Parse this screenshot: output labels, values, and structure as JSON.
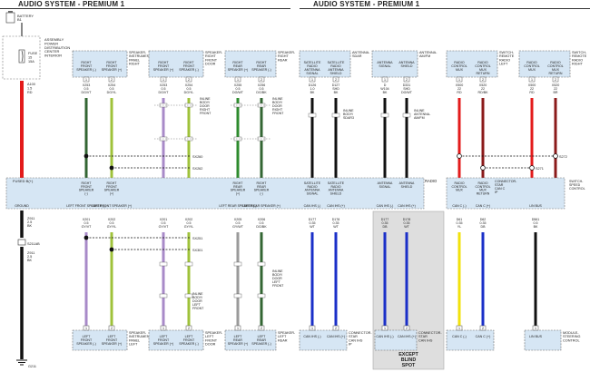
{
  "header": {
    "left_title": "AUDIO SYSTEM - PREMIUM 1",
    "right_title": "AUDIO SYSTEM - PREMIUM 1"
  },
  "battery": {
    "label": "BATTERY",
    "sub": "B1",
    "wire_code": "A100",
    "wire_spec": [
      "1.5",
      "RD"
    ],
    "fuse_text": [
      "FUSE",
      "15",
      "15A"
    ],
    "pdc_label": [
      "ASSEMBLY",
      "POWER",
      "DISTRIBUTION",
      "CENTER",
      "INTERIOR"
    ],
    "ground_code": "Z911",
    "ground_spec": [
      "2.5",
      "BK"
    ],
    "ground_point": "S211AB",
    "ground_bottom": "G211"
  },
  "top_boxes": {
    "right_instr": {
      "title": [
        "SPEAKER-",
        "INSTRUMENT",
        "PANEL",
        "RIGHT"
      ],
      "pins": [
        {
          "n": "1",
          "label": [
            "RIGHT",
            "FRONT",
            "SPEAKER (-)"
          ]
        },
        {
          "n": "2",
          "label": [
            "RIGHT",
            "FRONT",
            "SPEAKER (+)"
          ]
        }
      ]
    },
    "right_door": {
      "title": [
        "SPEAKER-",
        "RIGHT",
        "FRONT",
        "DOOR"
      ],
      "pins": [
        {
          "n": "1",
          "label": [
            "RIGHT",
            "FRONT",
            "SPEAKER (+)"
          ]
        },
        {
          "n": "2",
          "label": [
            "RIGHT",
            "FRONT",
            "SPEAKER (-)"
          ]
        }
      ]
    },
    "right_rear": {
      "title": [
        "SPEAKER-",
        "RIGHT",
        "REAR"
      ],
      "pins": [
        {
          "n": "1",
          "label": [
            "RIGHT",
            "REAR",
            "SPEAKER (+)"
          ]
        },
        {
          "n": "2",
          "label": [
            "RIGHT",
            "REAR",
            "SPEAKER (-)"
          ]
        }
      ]
    },
    "antenna_sdar": {
      "title": [
        "ANTENNA-",
        "SDAR"
      ],
      "pins": [
        {
          "n": "1",
          "label": [
            "SATELLITE",
            "RADIO",
            "ANTENNA",
            "SIGNAL"
          ]
        },
        {
          "n": "2",
          "label": [
            "SATELLITE",
            "RADIO",
            "ANTENNA",
            "SHIELD"
          ]
        }
      ]
    },
    "antenna_amfm": {
      "title": [
        "ANTENNA-",
        "AM/FM"
      ],
      "pins": [
        {
          "n": "1",
          "label": [
            "ANTENNA",
            "SIGNAL"
          ]
        },
        {
          "n": "2",
          "label": [
            "ANTENNA",
            "SHIELD"
          ]
        }
      ]
    },
    "switch_remote": {
      "title": [
        "SWITCH-",
        "REMOTE",
        "RADIO",
        "LEFT"
      ],
      "pins": [
        {
          "n": "1",
          "label": [
            "RADIO",
            "CONTROL",
            "MUX"
          ]
        },
        {
          "n": "2",
          "label": [
            "RADIO",
            "CONTROL",
            "MUX",
            "RETURN"
          ]
        }
      ]
    },
    "switch_remote_r": {
      "title": [
        "SWITCH-",
        "REMOTE",
        "RADIO",
        "RIGHT"
      ],
      "pins": [
        {
          "n": "1",
          "label": [
            "RADIO",
            "CONTROL",
            "MUX"
          ]
        },
        {
          "n": "2",
          "label": [
            "RADIO",
            "CONTROL",
            "MUX",
            "RETURN"
          ]
        }
      ]
    }
  },
  "top_wires": [
    {
      "code": "X253",
      "spec": [
        "0.5",
        "DG/VT"
      ]
    },
    {
      "code": "X254",
      "spec": [
        "0.5",
        "DG/YL"
      ]
    },
    {
      "code": "X253",
      "spec": [
        "0.5",
        "DG/VT"
      ]
    },
    {
      "code": "X254",
      "spec": [
        "0.5",
        "DG/YL"
      ]
    },
    {
      "code": "X255",
      "spec": [
        "0.5",
        "DG/WT"
      ]
    },
    {
      "code": "X256",
      "spec": [
        "0.5",
        "DG/BK"
      ]
    },
    {
      "code": "D126",
      "spec": [
        "1.0",
        "BK"
      ]
    },
    {
      "code": "D127",
      "spec": [
        "SHD",
        "BK"
      ]
    },
    {
      "code": "D",
      "spec": [
        "W104",
        "BK"
      ]
    },
    {
      "code": "D331",
      "spec": [
        "SHD",
        "DG/WT"
      ]
    },
    {
      "code": "X500",
      "spec": [
        "22",
        "RD"
      ]
    },
    {
      "code": "X520",
      "spec": [
        "22",
        "RD/BK"
      ]
    },
    {
      "code": "X500",
      "spec": [
        "22",
        "RD"
      ]
    },
    {
      "code": "X520",
      "spec": [
        "22",
        "BR"
      ]
    }
  ],
  "inline_labels": [
    [
      "INLINE",
      "BODY/",
      "DOOR",
      "RIGHT",
      "FRONT"
    ],
    [
      "INLINE",
      "BODY/",
      "DOOR",
      "RIGHT",
      "FRONT"
    ],
    [
      "INLINE",
      "BODY/",
      "SDAR3"
    ],
    [
      "INLINE",
      "ANTENNA-",
      "AM/FM"
    ],
    [
      "INLINE",
      "BODY/",
      "DOOR",
      "LEFT",
      "FRONT"
    ],
    [
      "INLINE",
      "BODY/",
      "DOOR",
      "LEFT",
      "FRONT"
    ]
  ],
  "splices": {
    "top_a": "SX260",
    "top_b": "SX262",
    "bot_a": "SX251",
    "bot_b": "SX301",
    "s271": "S271",
    "s272": "S272"
  },
  "radio": {
    "left_label": "FUSED B(+)",
    "right_label": "RADIO",
    "top_pins": [
      "RIGHT FRONT SPEAKER (-)",
      "RIGHT FRONT SPEAKER (+)",
      "RIGHT REAR SPEAKER (+)",
      "RIGHT REAR SPEAKER (-)",
      "SATELLITE RADIO ANTENNA SIGNAL",
      "SATELLITE RADIO ANTENNA SHIELD",
      "ANTENNA SIGNAL",
      "ANTENNA SHIELD",
      "RADIO CONTROL MUX",
      "RADIO CONTROL MUX RETURN"
    ],
    "pin_numbers_top": [
      "C1",
      "C2",
      "C1",
      "C4",
      "C1",
      "C3"
    ],
    "bottom_pins": [
      "GROUND",
      "LEFT FRONT SPEAKER (-)",
      "LEFT FRONT SPEAKER (+)",
      "LEFT REAR SPEAKER (-)",
      "LEFT REAR SPEAKER (+)",
      "CAN IHS (-)",
      "CAN IHS (+)",
      "CAN IHS (-)",
      "CAN IHS (+)",
      "CAN C (-)",
      "CAN C (+)",
      "LIN BUS"
    ],
    "connector_star": [
      "CONNECTOR-",
      "STAR",
      "CAN C",
      "IP"
    ],
    "switch_speed": [
      "SWITCH-",
      "SPEED",
      "CONTROL"
    ]
  },
  "bottom_wires": [
    {
      "code": "X201",
      "spec": [
        "0.5",
        "GY/VT"
      ]
    },
    {
      "code": "X202",
      "spec": [
        "0.5",
        "GY/YL"
      ]
    },
    {
      "code": "X201",
      "spec": [
        "0.5",
        "GY/VT"
      ]
    },
    {
      "code": "X202",
      "spec": [
        "0.5",
        "GY/YL"
      ]
    },
    {
      "code": "X205",
      "spec": [
        "0.5",
        "GY/WT"
      ]
    },
    {
      "code": "X206",
      "spec": [
        "0.5",
        "DG/BK"
      ]
    },
    {
      "code": "D177",
      "spec": [
        "0.35",
        "WT"
      ]
    },
    {
      "code": "D178",
      "spec": [
        "0.35",
        "WT"
      ]
    },
    {
      "code": "D177",
      "spec": [
        "0.35",
        "DB"
      ]
    },
    {
      "code": "D178",
      "spec": [
        "0.35",
        "WT"
      ]
    },
    {
      "code": "D61",
      "spec": [
        "0.35",
        "YL"
      ]
    },
    {
      "code": "D62",
      "spec": [
        "0.35",
        "DB"
      ]
    },
    {
      "code": "D561",
      "spec": [
        "0.5",
        "BK"
      ]
    }
  ],
  "bottom_boxes": {
    "left_instr": {
      "title": [
        "SPEAKER-",
        "INSTRUMENT",
        "PANEL",
        "LEFT"
      ],
      "pins": [
        {
          "n": "1",
          "label": [
            "LEFT",
            "FRONT",
            "SPEAKER (-)"
          ]
        },
        {
          "n": "2",
          "label": [
            "LEFT",
            "FRONT",
            "SPEAKER (+)"
          ]
        }
      ]
    },
    "left_door": {
      "title": [
        "SPEAKER-",
        "LEFT",
        "FRONT",
        "DOOR"
      ],
      "pins": [
        {
          "n": "1",
          "label": [
            "LEFT",
            "FRONT",
            "SPEAKER (+)"
          ]
        },
        {
          "n": "2",
          "label": [
            "LEFT",
            "FRONT",
            "SPEAKER (-)"
          ]
        }
      ]
    },
    "left_rear": {
      "title": [
        "SPEAKER-",
        "LEFT",
        "REAR"
      ],
      "pins": [
        {
          "n": "1",
          "label": [
            "LEFT",
            "REAR",
            "SPEAKER (+)"
          ]
        },
        {
          "n": "2",
          "label": [
            "LEFT",
            "REAR",
            "SPEAKER (-)"
          ]
        }
      ]
    },
    "can_ihs": {
      "title": [
        "CONNECTOR-",
        "STAR",
        "CAN IHS",
        "IP"
      ],
      "pins": [
        {
          "n": "1",
          "label": [
            "CAN IHS (-)"
          ]
        },
        {
          "n": "2",
          "label": [
            "CAN IHS (+)"
          ]
        }
      ]
    },
    "can_ihs2": {
      "title": [
        "CONNECTOR-",
        "STAR",
        "CAN IHS"
      ],
      "pins": [
        {
          "n": "1",
          "label": [
            "CAN IHS (-)"
          ]
        },
        {
          "n": "2",
          "label": [
            "CAN IHS (+)"
          ]
        }
      ]
    },
    "can_c": {
      "title": [],
      "pins": [
        {
          "n": "1",
          "label": [
            "CAN C (-)"
          ]
        },
        {
          "n": "2",
          "label": [
            "CAN C (+)"
          ]
        }
      ]
    },
    "steering": {
      "title": [
        "MODULE-",
        "STEERING",
        "CONTROL"
      ],
      "pins": [
        {
          "n": "1",
          "label": [
            "LIN BUS"
          ]
        }
      ]
    }
  },
  "except_label": [
    "EXCEPT",
    "BLIND",
    "SPOT"
  ],
  "colors": {
    "red": "#e31b1b",
    "darkred": "#8b1a1a",
    "black": "#111111",
    "green": "#2e8b2e",
    "darkgreen": "#336633",
    "yellowgreen": "#9fc23a",
    "violet": "#a88ac8",
    "gray": "#9a9a9a",
    "blue": "#1a2fc8",
    "yellow": "#f2e20c",
    "boxfill": "#d6e6f4",
    "shade": "#dedede"
  }
}
